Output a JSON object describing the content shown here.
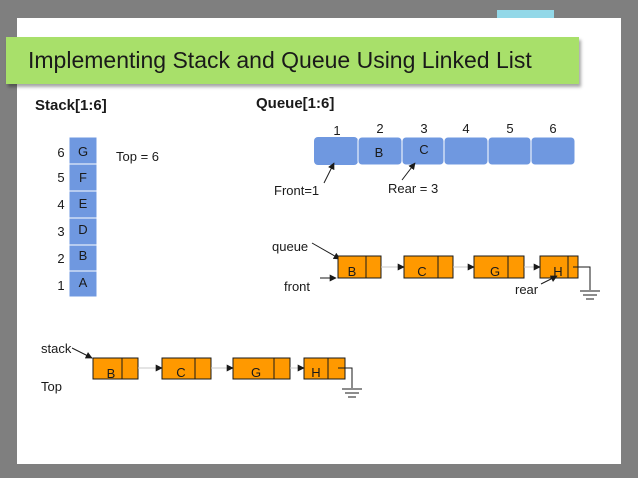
{
  "title": "Implementing Stack and Queue Using Linked List",
  "colors": {
    "node_fill": "#ff9900",
    "queue_fill": "#6f98e0",
    "stack_fill": "#6f98e0",
    "title_bg": "#a8e06a"
  },
  "stack_array": {
    "heading": "Stack[1:6]",
    "indices": [
      "6",
      "5",
      "4",
      "3",
      "2",
      "1"
    ],
    "values": [
      "G",
      "F",
      "E",
      "D",
      "B",
      "A"
    ],
    "top_label": "Top = 6"
  },
  "queue_array": {
    "heading": "Queue[1:6]",
    "indices": [
      "1",
      "2",
      "3",
      "4",
      "5",
      "6"
    ],
    "values": [
      "",
      "B",
      "C",
      "",
      "",
      ""
    ],
    "front_label": "Front=1",
    "rear_label": "Rear = 3"
  },
  "queue_list": {
    "queue_label": "queue",
    "front_label": "front",
    "rear_label": "rear",
    "nodes": [
      "B",
      "C",
      "G",
      "H"
    ]
  },
  "stack_list": {
    "stack_label": "stack",
    "top_label": "Top",
    "nodes": [
      "B",
      "C",
      "G",
      "H"
    ]
  }
}
